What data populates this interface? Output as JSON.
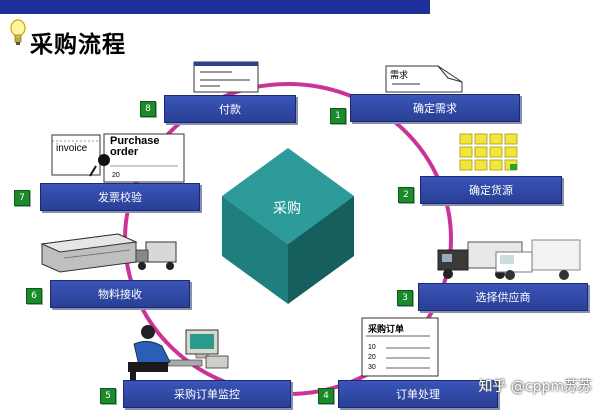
{
  "page": {
    "title": "采购流程"
  },
  "center": {
    "label": "采购"
  },
  "steps": [
    {
      "num": "1",
      "label": "确定需求"
    },
    {
      "num": "2",
      "label": "确定货源"
    },
    {
      "num": "3",
      "label": "选择供应商"
    },
    {
      "num": "4",
      "label": "订单处理"
    },
    {
      "num": "5",
      "label": "采购订单监控"
    },
    {
      "num": "6",
      "label": "物料接收"
    },
    {
      "num": "7",
      "label": "发票校验"
    },
    {
      "num": "8",
      "label": "付款"
    }
  ],
  "illustrations": {
    "need_doc_text": "需求",
    "invoice_text": "invoice",
    "purchase_order_text": [
      "Purchase",
      "order"
    ],
    "po_doc": {
      "title": "采购订单",
      "lines": [
        "10",
        "20",
        "30"
      ]
    },
    "invoice_doc_line": "20"
  },
  "watermark": "知乎 @cppm苏苏",
  "colors": {
    "ring": "#cc3399",
    "box": "#2f47a5",
    "number_badge": "#1a8a2a",
    "cube": "#1f7f7f",
    "topbar": "#1f2f9a"
  }
}
